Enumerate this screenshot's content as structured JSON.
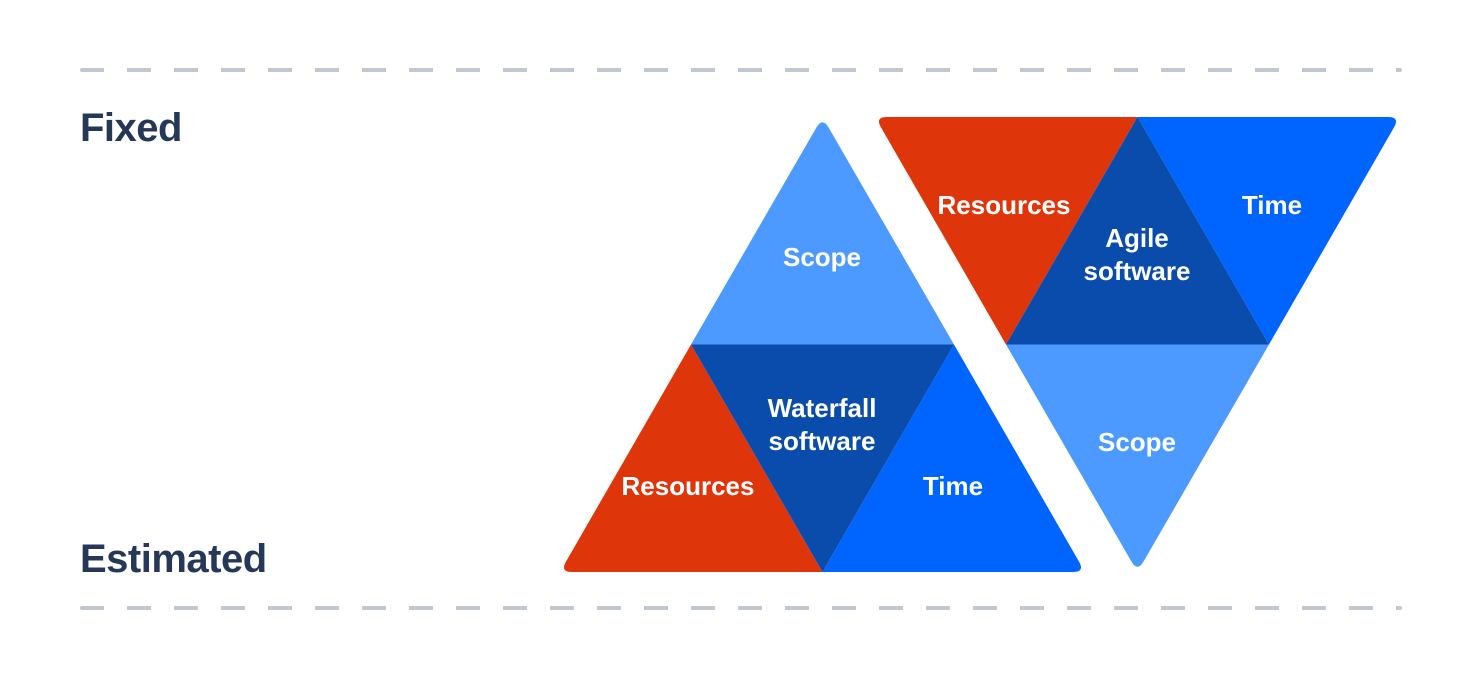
{
  "labels": {
    "fixed": "Fixed",
    "estimated": "Estimated"
  },
  "colors": {
    "red": "#DE350B",
    "bright_blue": "#0065FF",
    "light_blue": "#4C9AFF",
    "dark_blue": "#0A4CAB",
    "navy": "#253858",
    "dash": "#C1C7D0",
    "label_text": "#FFFFFF",
    "background": "#FFFFFF"
  },
  "diagram": {
    "waterfall": {
      "name_line1": "Waterfall",
      "name_line2": "software",
      "scope": "Scope",
      "resources": "Resources",
      "time": "Time"
    },
    "agile": {
      "name_line1": "Agile",
      "name_line2": "software",
      "scope": "Scope",
      "resources": "Resources",
      "time": "Time"
    }
  }
}
